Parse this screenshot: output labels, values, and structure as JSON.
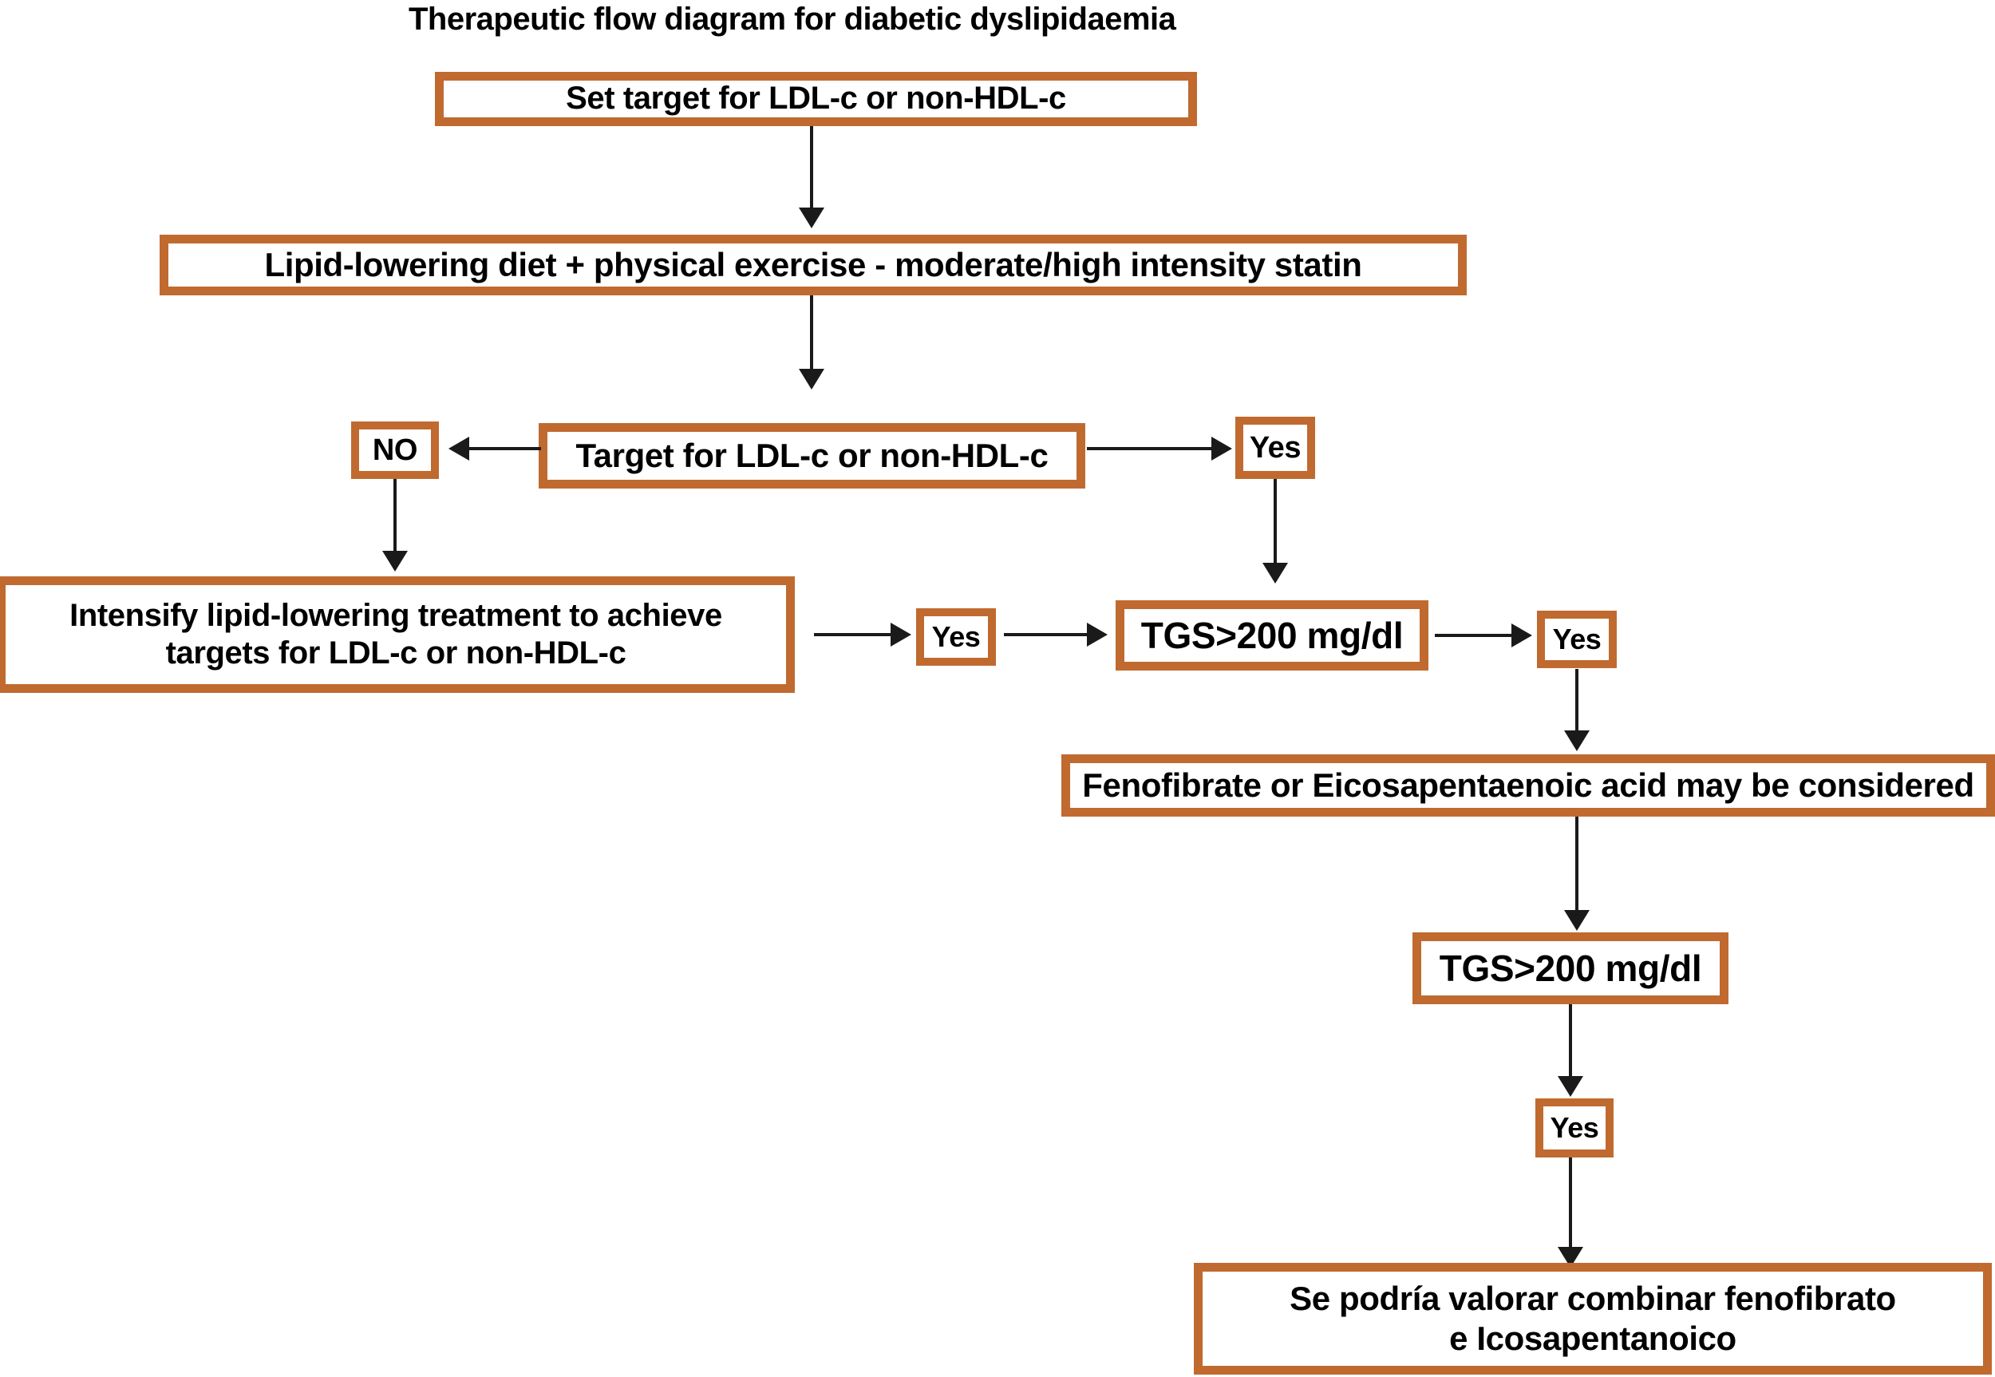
{
  "diagram": {
    "title": "Therapeutic flow diagram for diabetic dyslipidaemia",
    "accent_color": "#C06A30",
    "line_color": "#1A1A1A",
    "background_color": "#FFFFFF",
    "nodes": {
      "set_target": "Set target for LDL-c or non-HDL-c",
      "lifestyle_statin": "Lipid-lowering diet + physical exercise - moderate/high intensity statin",
      "target_check": "Target for LDL-c or non-HDL-c",
      "no_branch": "NO",
      "yes_branch_1": "Yes",
      "intensify": "Intensify lipid-lowering treatment to achieve targets for LDL-c or non-HDL-c",
      "intensify_line1": "Intensify lipid-lowering treatment to achieve",
      "intensify_line2": "targets for LDL-c or non-HDL-c",
      "yes_branch_2": "Yes",
      "tgs_check_1": "TGS>200 mg/dl",
      "yes_branch_3": "Yes",
      "fenofibrate": "Fenofibrate or Eicosapentaenoic acid may be considered",
      "tgs_check_2": "TGS>200 mg/dl",
      "yes_branch_4": "Yes",
      "final_combo_line1": "Se podría valorar combinar fenofibrato",
      "final_combo_line2": "e Icosapentanoico"
    },
    "edges": [
      {
        "from": "set_target",
        "to": "lifestyle_statin",
        "label": "",
        "direction": "down"
      },
      {
        "from": "lifestyle_statin",
        "to": "target_check",
        "label": "",
        "direction": "down"
      },
      {
        "from": "target_check",
        "to": "no_branch",
        "label": "NO",
        "direction": "left"
      },
      {
        "from": "target_check",
        "to": "yes_branch_1",
        "label": "Yes",
        "direction": "right"
      },
      {
        "from": "no_branch",
        "to": "intensify",
        "label": "",
        "direction": "down"
      },
      {
        "from": "intensify",
        "to": "yes_branch_2",
        "label": "Yes",
        "direction": "right"
      },
      {
        "from": "yes_branch_2",
        "to": "tgs_check_1",
        "label": "",
        "direction": "right"
      },
      {
        "from": "yes_branch_1",
        "to": "tgs_check_1",
        "label": "",
        "direction": "down"
      },
      {
        "from": "tgs_check_1",
        "to": "yes_branch_3",
        "label": "Yes",
        "direction": "right"
      },
      {
        "from": "yes_branch_3",
        "to": "fenofibrate",
        "label": "",
        "direction": "down"
      },
      {
        "from": "fenofibrate",
        "to": "tgs_check_2",
        "label": "",
        "direction": "down"
      },
      {
        "from": "tgs_check_2",
        "to": "yes_branch_4",
        "label": "Yes",
        "direction": "down"
      },
      {
        "from": "yes_branch_4",
        "to": "final_combo",
        "label": "",
        "direction": "down"
      }
    ]
  }
}
